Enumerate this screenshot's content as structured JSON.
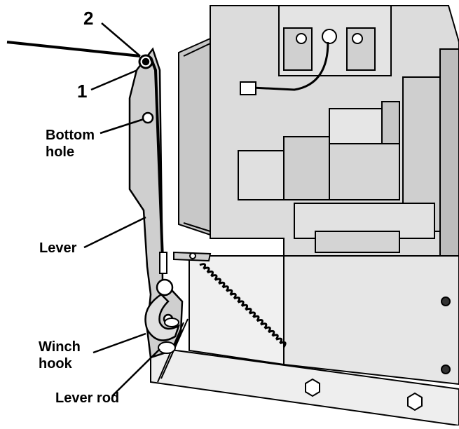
{
  "callouts": {
    "label_2": "2",
    "label_1": "1",
    "bottom_hole_line1": "Bottom",
    "bottom_hole_line2": "hole",
    "lever": "Lever",
    "winch_hook_line1": "Winch",
    "winch_hook_line2": "hook",
    "lever_rod": "Lever rod"
  },
  "colors": {
    "ink": "#000000",
    "paper": "#ffffff",
    "machine_fill": "#d9d9d9",
    "machine_dark": "#b5b5b5"
  }
}
